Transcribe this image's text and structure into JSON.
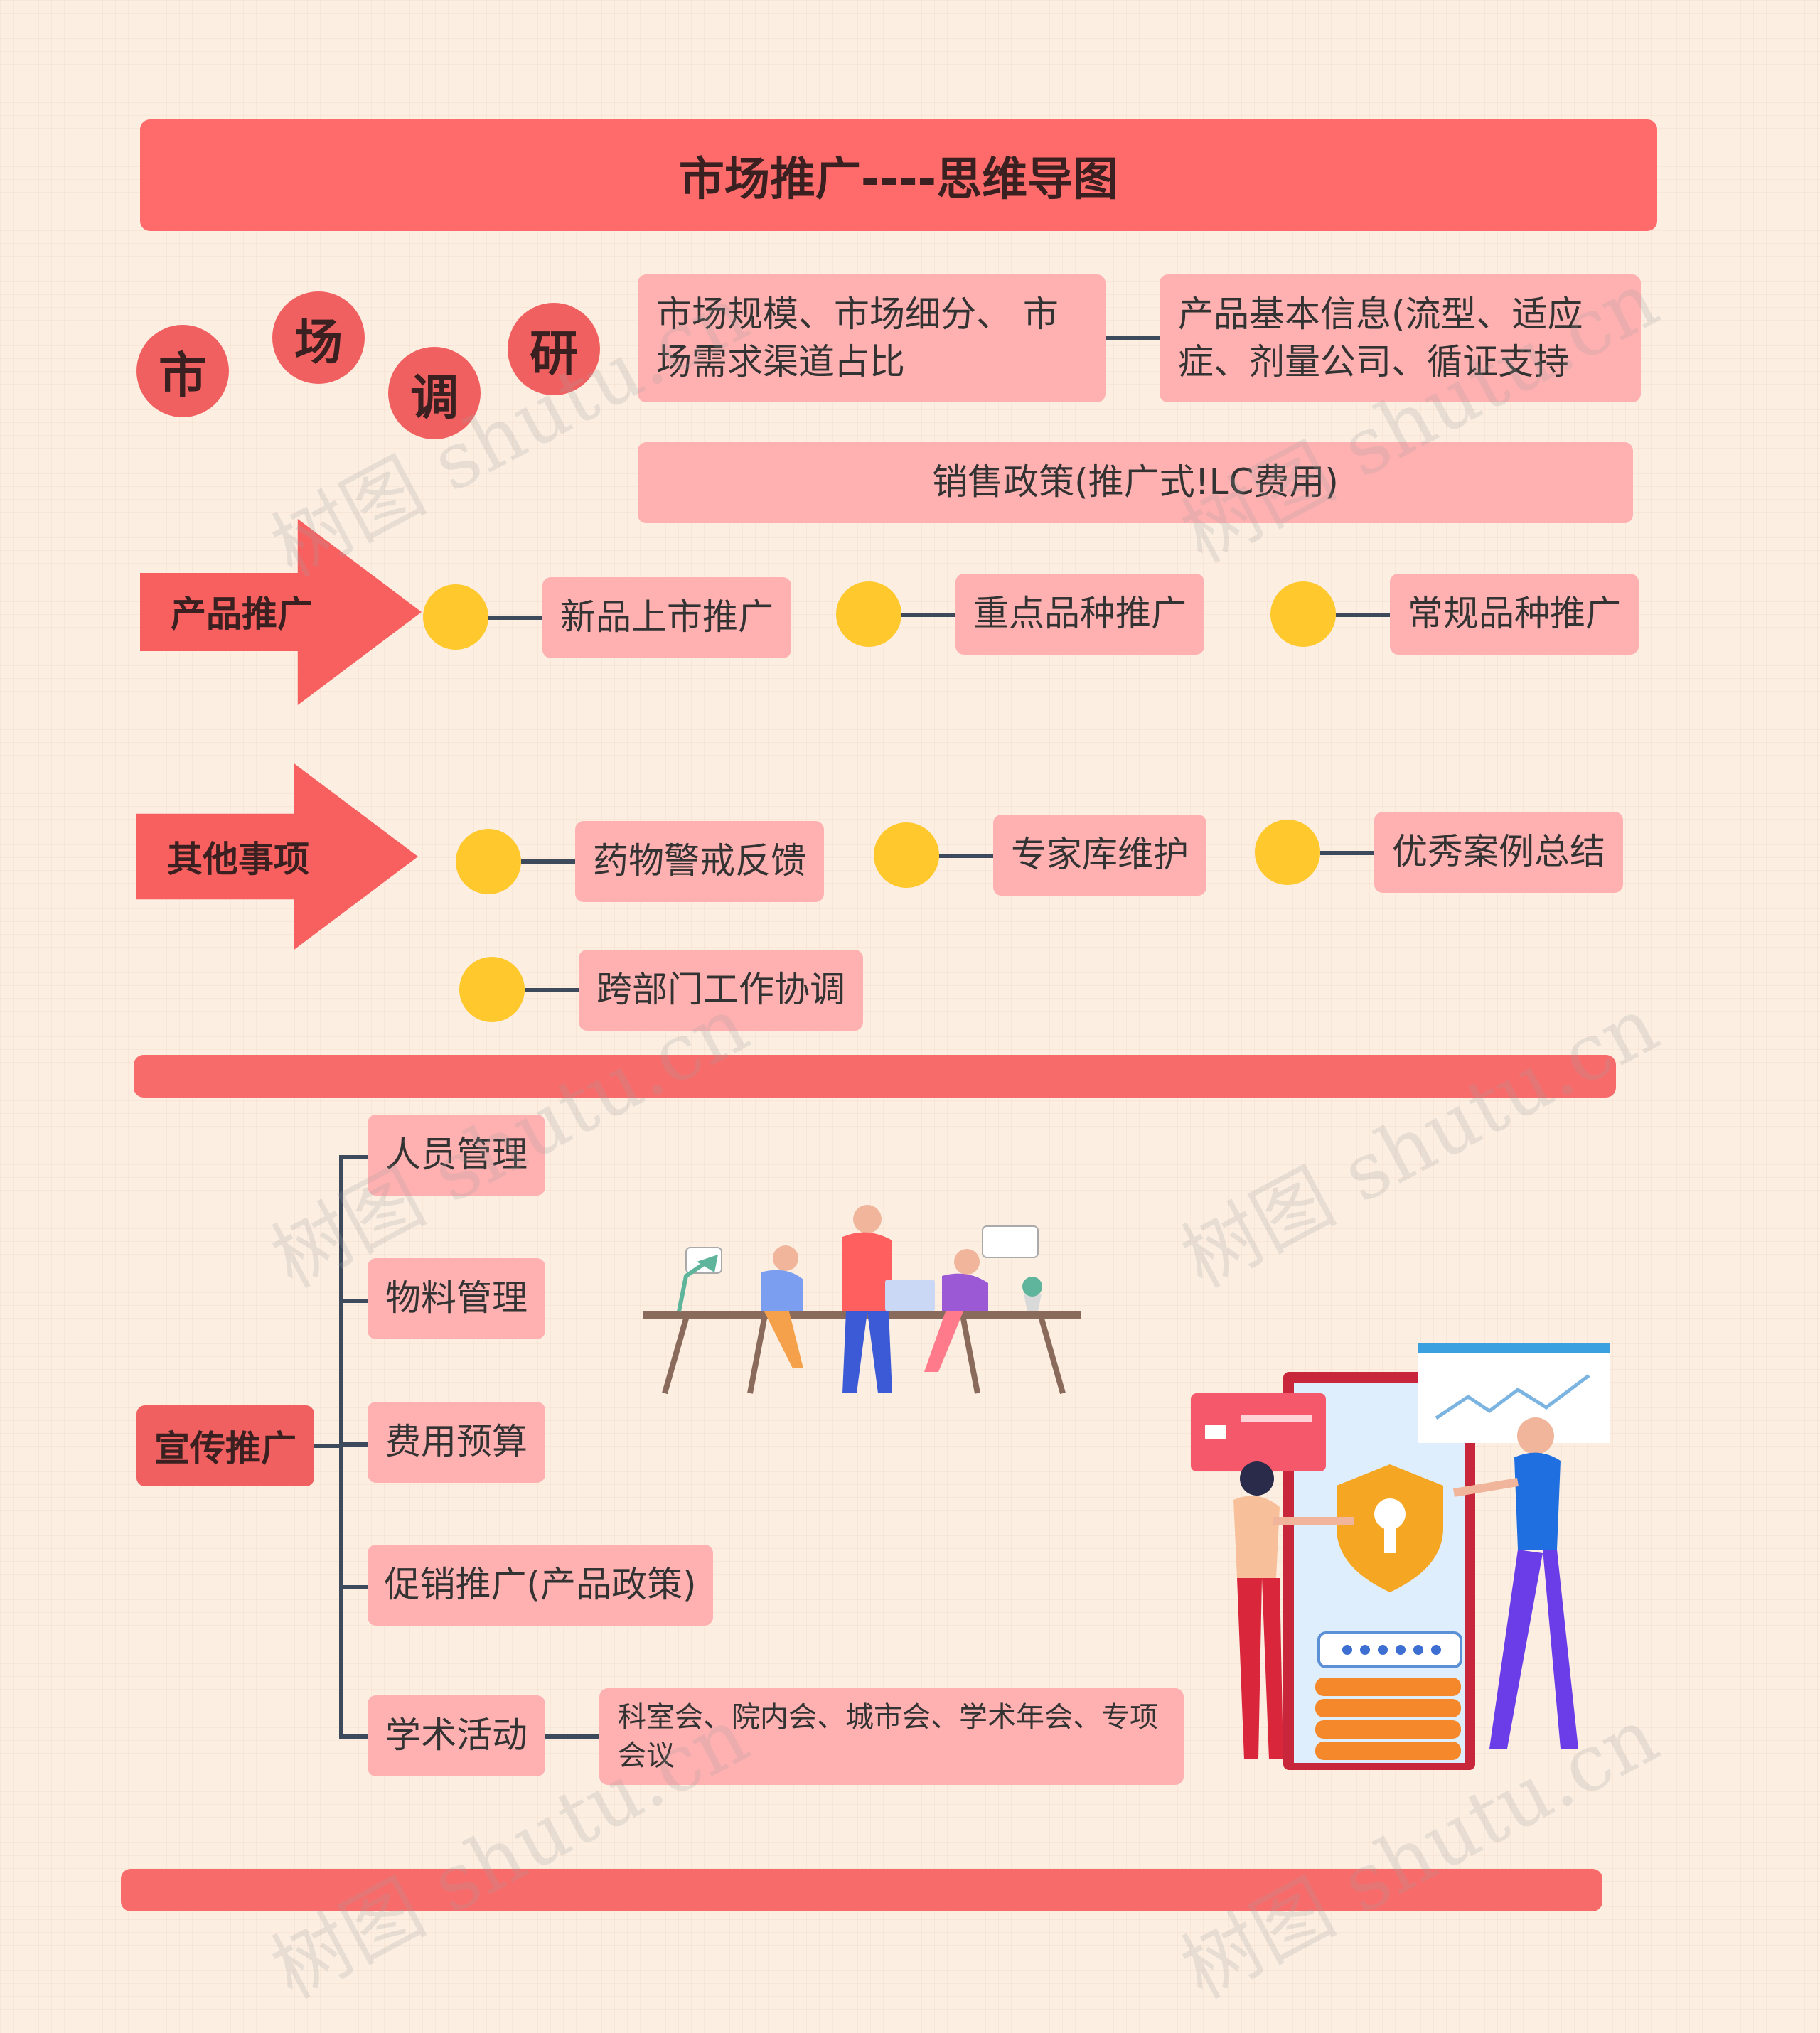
{
  "title": "市场推广----思维导图",
  "market_research": {
    "chars": [
      "市",
      "场",
      "调",
      "研"
    ],
    "box1": "市场规模、市场细分、 市场需求渠道占比",
    "box2": "产品基本信息(流型、适应症、剂量公司、循证支持",
    "box3": "销售政策(推广式!LC费用)"
  },
  "product_promotion": {
    "label": "产品推广",
    "items": [
      "新品上市推广",
      "重点品种推广",
      "常规品种推广"
    ]
  },
  "other_matters": {
    "label": "其他事项",
    "items": [
      "药物警戒反馈",
      "专家库维护",
      "优秀案例总结",
      "跨部门工作协调"
    ]
  },
  "publicity": {
    "label": "宣传推广",
    "items": [
      "人员管理",
      "物料管理",
      "费用预算",
      "促销推广(产品政策)",
      "学术活动"
    ],
    "academic_detail": "科室会、院内会、城市会、学术年会、专项会议"
  },
  "watermark": "树图 shutu.cn",
  "colors": {
    "primary": "#ff6b6b",
    "box": "#ffb0b0",
    "dot": "#ffc82c",
    "line": "#3d4a5c",
    "background": "#fcefe2"
  }
}
